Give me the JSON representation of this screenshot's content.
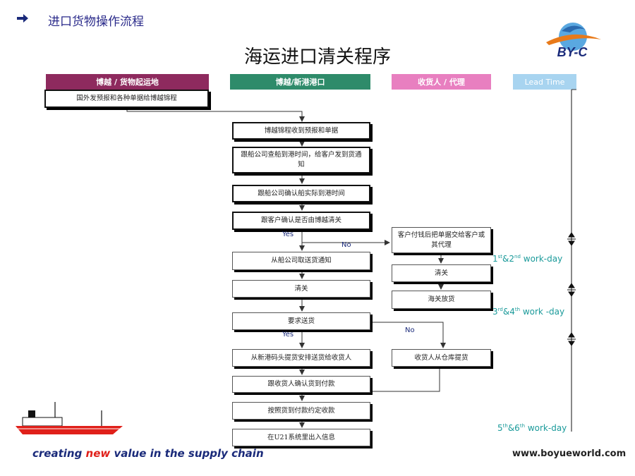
{
  "header": {
    "title": "进口货物操作流程"
  },
  "main_title": "海运进口清关程序",
  "logo": {
    "text": "BY-C"
  },
  "lanes": {
    "origin": {
      "label": "博越 / 货物起运地",
      "color": "#8e2a5e"
    },
    "port": {
      "label": "博越/新港港口",
      "color": "#2e8b6a"
    },
    "consignee": {
      "label": "收货人 / 代理",
      "color": "#e87fc0"
    },
    "lead_time": {
      "label": "Lead Time",
      "color": "#a8d4f0"
    }
  },
  "steps": {
    "s1": "国外发预报和各种单据给博越锦程",
    "s2": "博越锦程收到预报和单据",
    "s3": "跟船公司查船到港时间，给客户发到货通知",
    "s4": "跟船公司确认船实际到港时间",
    "s5": "跟客户确认是否由博越清关",
    "s6": "从船公司取送货通知",
    "s7": "清关",
    "s8": "要求送货",
    "s9": "从新港码头提货安排送货给收货人",
    "s10": "跟收货人确认货到付款",
    "s11": "按照货到付款约定收款",
    "s12": "在U21系统里出入信息",
    "c1": "客户付钱后把单据交给客户或其代理",
    "c2": "清关",
    "c3": "海关放货",
    "c4": "收货人从仓库提货"
  },
  "edge_labels": {
    "yes1": "Yes",
    "no1": "No",
    "yes2": "Yes",
    "no2": "No"
  },
  "lead_times": {
    "t1": {
      "a": "1",
      "a_sup": "st",
      "mid": "&2",
      "b_sup": "nd",
      "rest": " work-day"
    },
    "t2": {
      "a": "3",
      "a_sup": "rd",
      "mid": "&4",
      "b_sup": "th",
      "rest": " work -day"
    },
    "t3": {
      "a": "5",
      "a_sup": "th",
      "mid": "&6",
      "b_sup": "th",
      "rest": " work-day"
    }
  },
  "footer": {
    "slogan_pre": "creating ",
    "slogan_hl": "new",
    "slogan_post": " value in the supply chain",
    "url": "www.boyueworld.com"
  },
  "colors": {
    "accent_blue": "#1a2a7a",
    "teal": "#1a9a9a",
    "red": "#e0201a"
  },
  "icons": [
    "arrow-right-icon",
    "ship-icon",
    "logo-icon"
  ]
}
